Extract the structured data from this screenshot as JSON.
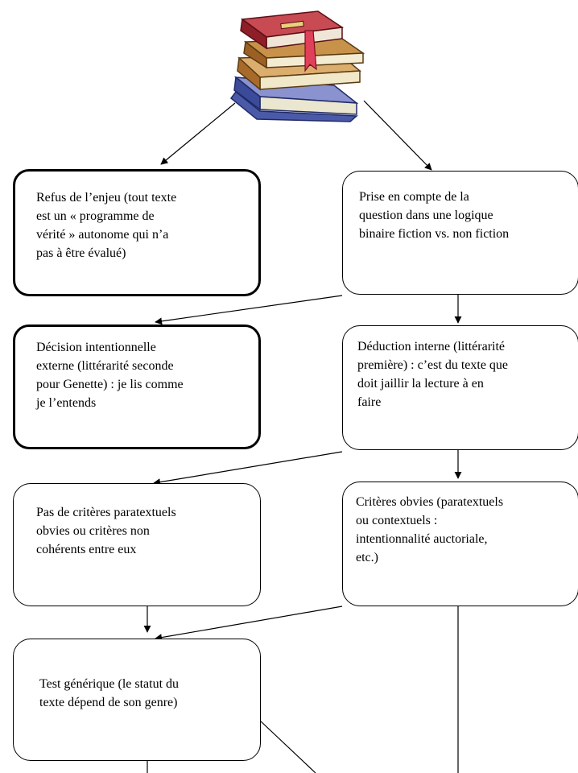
{
  "colors": {
    "line": "#000000",
    "background": "#ffffff",
    "book_red": "#b0303a",
    "book_tan": "#c8924a",
    "book_blue": "#4b5aa8",
    "bookmark": "#e0405a"
  },
  "clipart": {
    "icon": "stacked-books-icon"
  },
  "boxes": {
    "refus": "Refus de l’enjeu (tout texte\nest un « programme de\nvérité » autonome qui n’a\npas à être évalué)",
    "prise": "Prise en compte de la\nquestion dans une logique\nbinaire fiction vs. non fiction",
    "decision": "Décision intentionnelle\nexterne (littérarité seconde\npour Genette) : je lis comme\nje l’entends",
    "deduction": "Déduction interne (littérarité\npremière) : c’est du texte que\ndoit jaillir la lecture à en\nfaire",
    "pas_criteres": "Pas de critères paratextuels\nobvies ou critères non\ncohérents entre eux",
    "criteres": "Critères obvies (paratextuels\nou contextuels :\nintentionnalité auctoriale,\netc.)",
    "test": "Test générique (le statut du\ntexte dépend de son genre)"
  }
}
